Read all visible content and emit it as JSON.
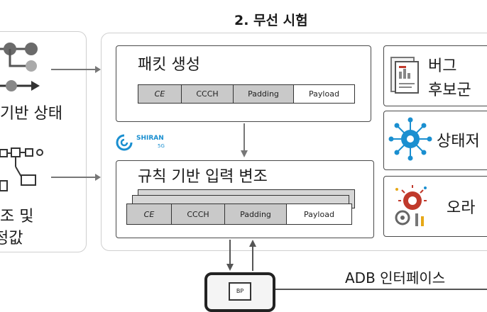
{
  "title": "2. 무선 시험",
  "left": {
    "state_label": "기반 상태",
    "result_line1": "조 및",
    "result_line2": "정값"
  },
  "packet_gen": {
    "title": "패킷 생성",
    "fields": [
      "CE",
      "CCCH",
      "Padding",
      "Payload"
    ]
  },
  "rule_mutation": {
    "title": "규칙 기반 입력 변조",
    "fields": [
      "CE",
      "CCCH",
      "Padding",
      "Payload"
    ]
  },
  "logo": {
    "line1": "SHIRAN",
    "line2": "5G"
  },
  "right": {
    "bug_line1": "버그",
    "bug_line2": "후보군",
    "state_label": "상태저",
    "oracle_label": "오라"
  },
  "device": {
    "chip_label": "BP"
  },
  "adb_label": "ADB 인터페이스",
  "colors": {
    "panel_border": "#cfcfcf",
    "box_border": "#4a4a4a",
    "field_gray": "#c9c9c9",
    "icon_blue": "#1a8fd0"
  }
}
